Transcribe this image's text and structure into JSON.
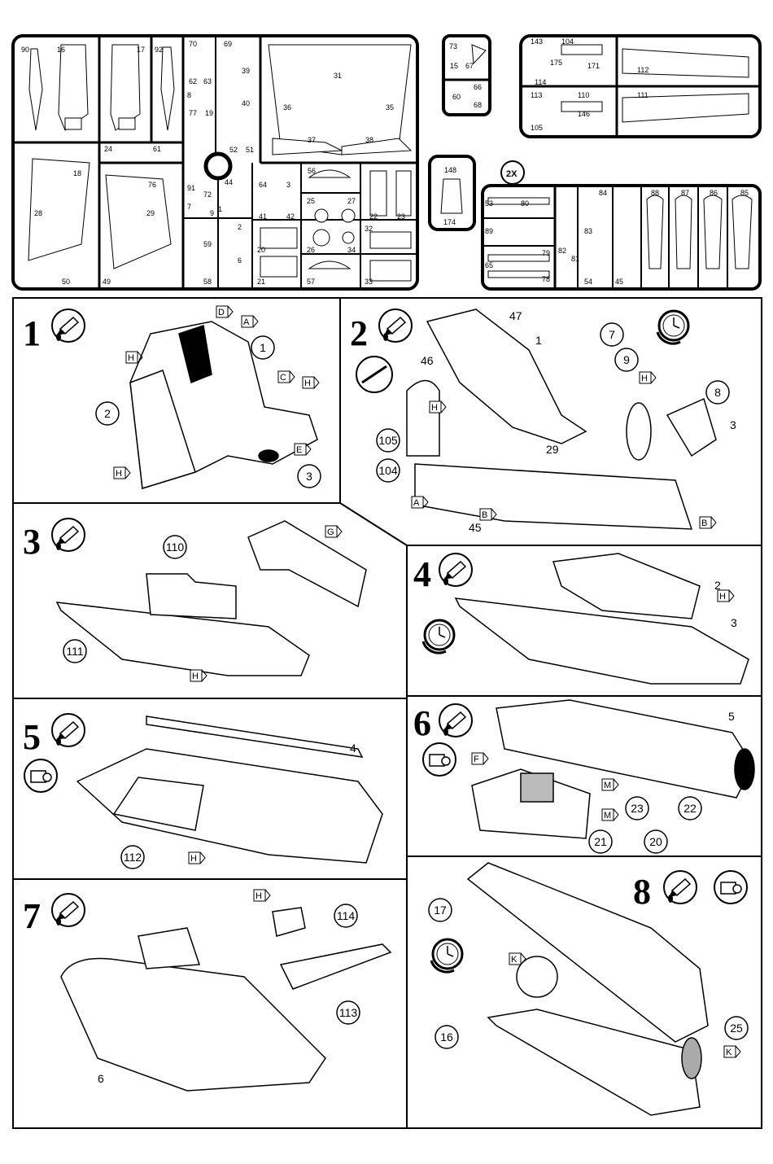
{
  "sprue_frame_left": {
    "labels": [
      "90",
      "16",
      "17",
      "92",
      "70",
      "69",
      "62",
      "63",
      "39",
      "31",
      "8",
      "77",
      "19",
      "40",
      "36",
      "35",
      "52",
      "51",
      "37",
      "38",
      "24",
      "61",
      "18",
      "76",
      "91",
      "72",
      "44",
      "64",
      "3",
      "56",
      "7",
      "9",
      "1",
      "41",
      "42",
      "25",
      "27",
      "22",
      "23",
      "28",
      "29",
      "2",
      "26",
      "34",
      "59",
      "6",
      "20",
      "32",
      "50",
      "49",
      "58",
      "21",
      "57",
      "33"
    ]
  },
  "sprue_frame_small": {
    "labels": [
      "73",
      "15",
      "67",
      "60",
      "66",
      "68"
    ]
  },
  "sprue_frame_right_top": {
    "labels": [
      "143",
      "104",
      "175",
      "171",
      "114",
      "112",
      "113",
      "110",
      "111",
      "105",
      "146"
    ]
  },
  "sprue_frame_174": {
    "labels": [
      "148",
      "174"
    ]
  },
  "sprue_frame_right_bottom": {
    "multiplier": "2X",
    "labels": [
      "53",
      "80",
      "84",
      "88",
      "87",
      "86",
      "85",
      "89",
      "82",
      "83",
      "79",
      "65",
      "81",
      "78",
      "54",
      "45"
    ]
  },
  "steps": [
    {
      "number": "1",
      "parts": [
        "1",
        "2",
        "3"
      ],
      "tags": [
        "D",
        "A",
        "H",
        "C",
        "H",
        "H",
        "E"
      ]
    },
    {
      "number": "2",
      "parts": [
        "1",
        "47",
        "46",
        "7",
        "9",
        "8",
        "3",
        "105",
        "104",
        "29",
        "45"
      ],
      "tags": [
        "H",
        "H",
        "A",
        "B",
        "B"
      ]
    },
    {
      "number": "3",
      "parts": [
        "110",
        "111"
      ],
      "tags": [
        "G",
        "H"
      ]
    },
    {
      "number": "4",
      "parts": [
        "2",
        "3"
      ],
      "tags": [
        "H"
      ]
    },
    {
      "number": "5",
      "parts": [
        "4",
        "112"
      ],
      "tags": [
        "H"
      ]
    },
    {
      "number": "6",
      "parts": [
        "5",
        "23",
        "22",
        "21",
        "20"
      ],
      "tags": [
        "F",
        "M",
        "M"
      ]
    },
    {
      "number": "7",
      "parts": [
        "114",
        "113",
        "6"
      ],
      "tags": [
        "H"
      ]
    },
    {
      "number": "8",
      "parts": [
        "17",
        "16",
        "25"
      ],
      "tags": [
        "K",
        "K"
      ]
    }
  ]
}
